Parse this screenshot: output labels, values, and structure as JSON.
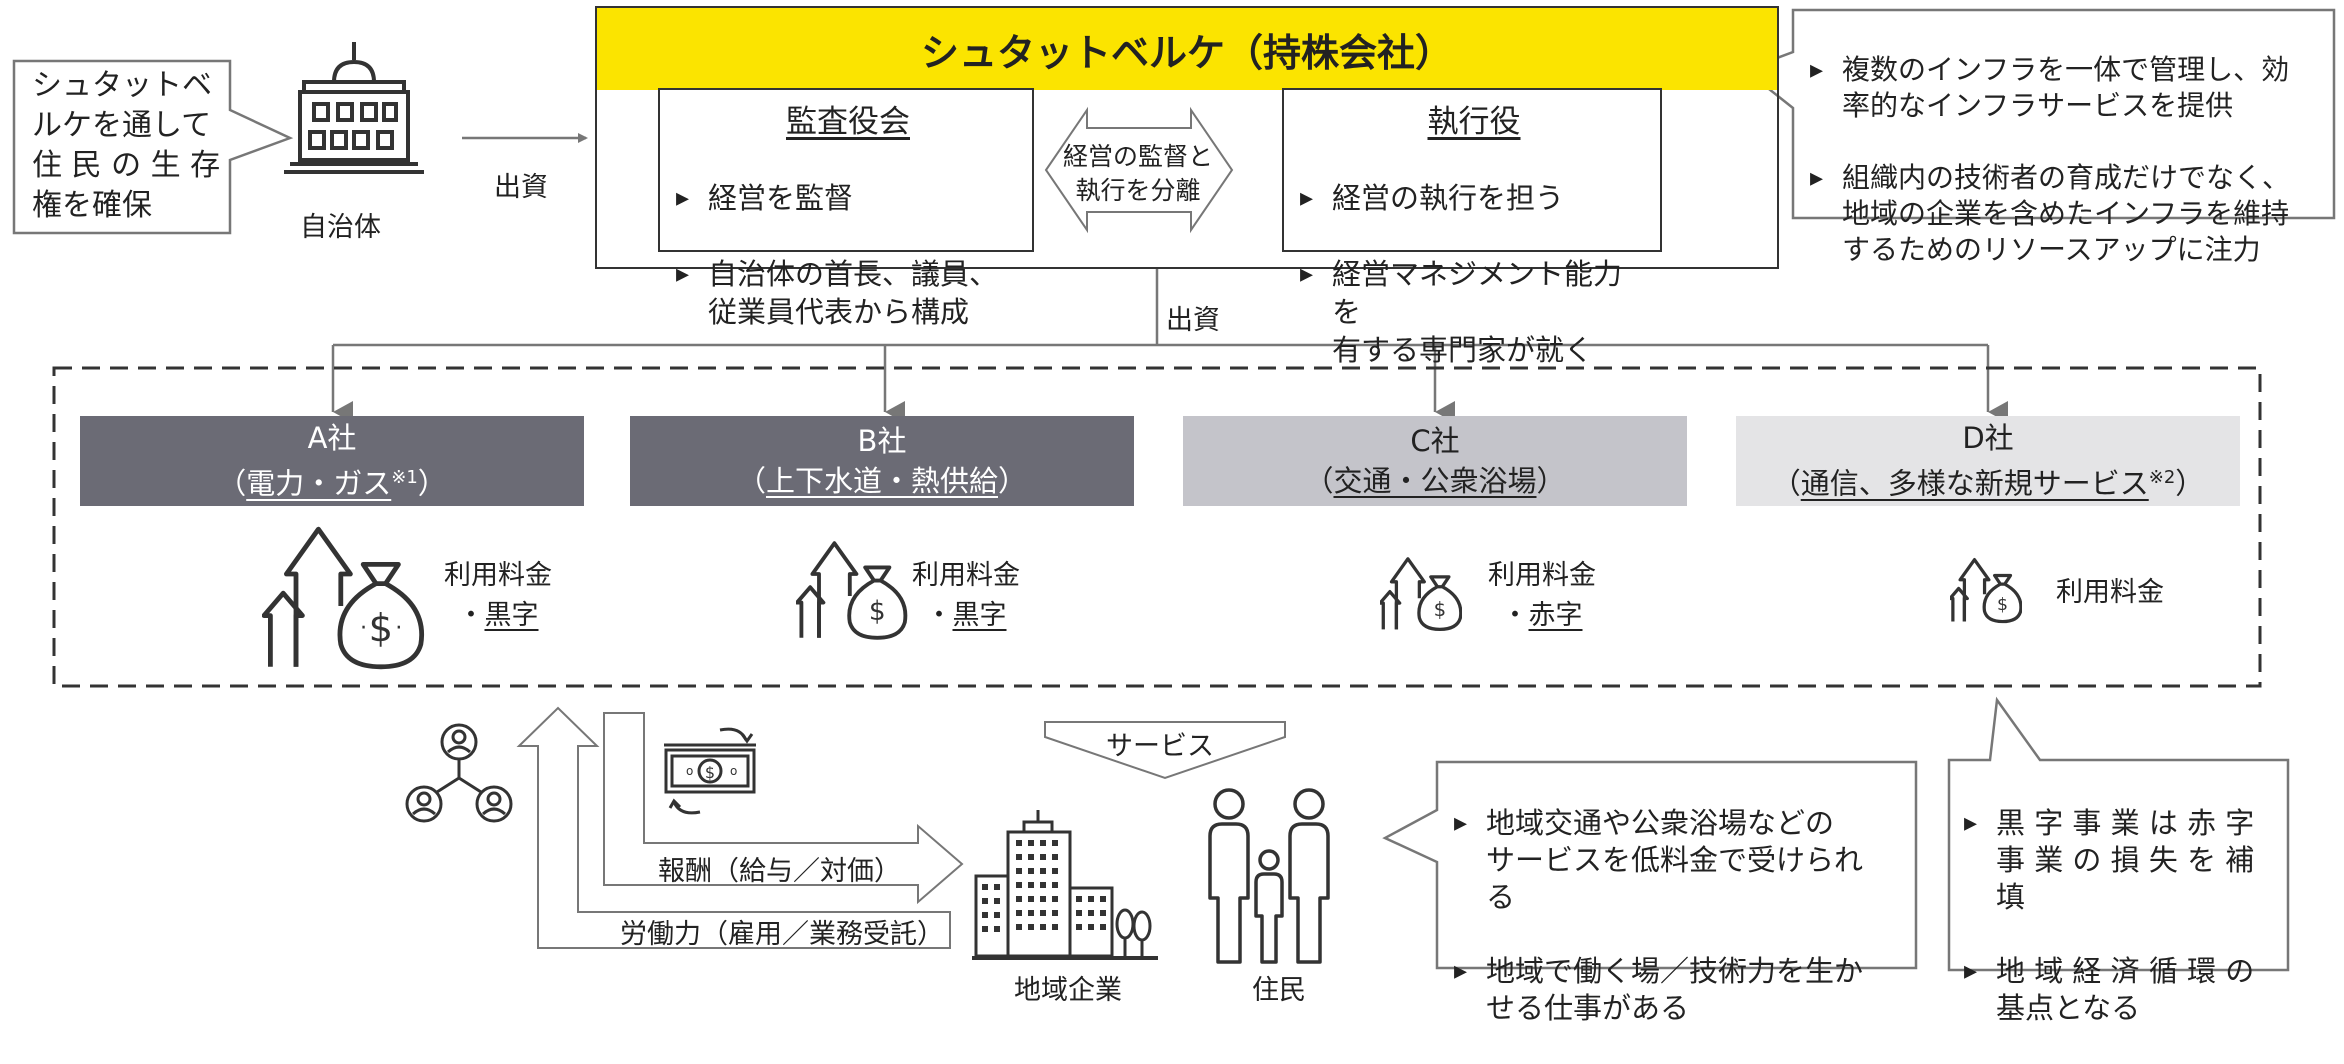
{
  "colors": {
    "accent_yellow": "#fbe400",
    "co_a": "#6b6b75",
    "co_b": "#6b6b75",
    "co_c": "#c4c4ca",
    "co_d": "#e4e4e6",
    "line": "#777777"
  },
  "municipality": {
    "callout": [
      "シュタットベ",
      "ルケを通して",
      "住 民 の 生 存",
      "権を確保"
    ],
    "label": "自治体",
    "invest_label": "出資"
  },
  "hq": {
    "title": "シュタットベルケ（持株会社）",
    "supervisory": {
      "title": "監査役会",
      "bullets": [
        "経営を監督",
        "自治体の首長、議員、\n従業員代表から構成"
      ]
    },
    "middle_arrow": [
      "経営の監督と",
      "執行を分離"
    ],
    "executive": {
      "title": "執行役",
      "bullets": [
        "経営の執行を担う",
        "経営マネジメント能力を\n有する専門家が就く"
      ]
    },
    "invest_label": "出資"
  },
  "top_right_callout": {
    "bullets": [
      "複数のインフラを一体で管理し、効\n率的なインフラサービスを提供",
      "組織内の技術者の育成だけでなく、\n地域の企業を含めたインフラを維持\nするためのリソースアップに注力"
    ]
  },
  "companies": [
    {
      "name": "A社",
      "sub_open": "（",
      "sub": "電力・ガス",
      "note": "※1",
      "sub_close": "）",
      "fee": "利用料金",
      "status_prefix": "・",
      "status": "黒字",
      "icon": "money-bag-growth-icon"
    },
    {
      "name": "B社",
      "sub_open": "（",
      "sub": "上下水道・熱供給",
      "note": "",
      "sub_close": "）",
      "fee": "利用料金",
      "status_prefix": "・",
      "status": "黒字",
      "icon": "money-bag-growth-icon"
    },
    {
      "name": "C社",
      "sub_open": "（",
      "sub": "交通・公衆浴場",
      "note": "",
      "sub_close": "）",
      "fee": "利用料金",
      "status_prefix": "・",
      "status": "赤字",
      "icon": "money-bag-growth-icon"
    },
    {
      "name": "D社",
      "sub_open": "（",
      "sub": "通信、多様な新規サービス",
      "note": "※2",
      "sub_close": "）",
      "fee": "利用料金",
      "status_prefix": "",
      "status": "",
      "icon": "money-bag-growth-icon"
    }
  ],
  "bottom": {
    "service_label": "サービス",
    "reward_label": "報酬（給与／対価）",
    "labor_label": "労働力（雇用／業務受託）",
    "local_companies_label": "地域企業",
    "residents_label": "住民",
    "resident_callout": [
      "地域交通や公衆浴場などの\nサービスを低料金で受けられ\nる",
      "地域で働く場／技術力を生か\nせる仕事がある"
    ],
    "right_callout": [
      "黒 字 事 業 は 赤 字\n事 業 の 損 失 を 補\n填",
      "地 域 経 済 循 環 の\n基点となる"
    ]
  }
}
